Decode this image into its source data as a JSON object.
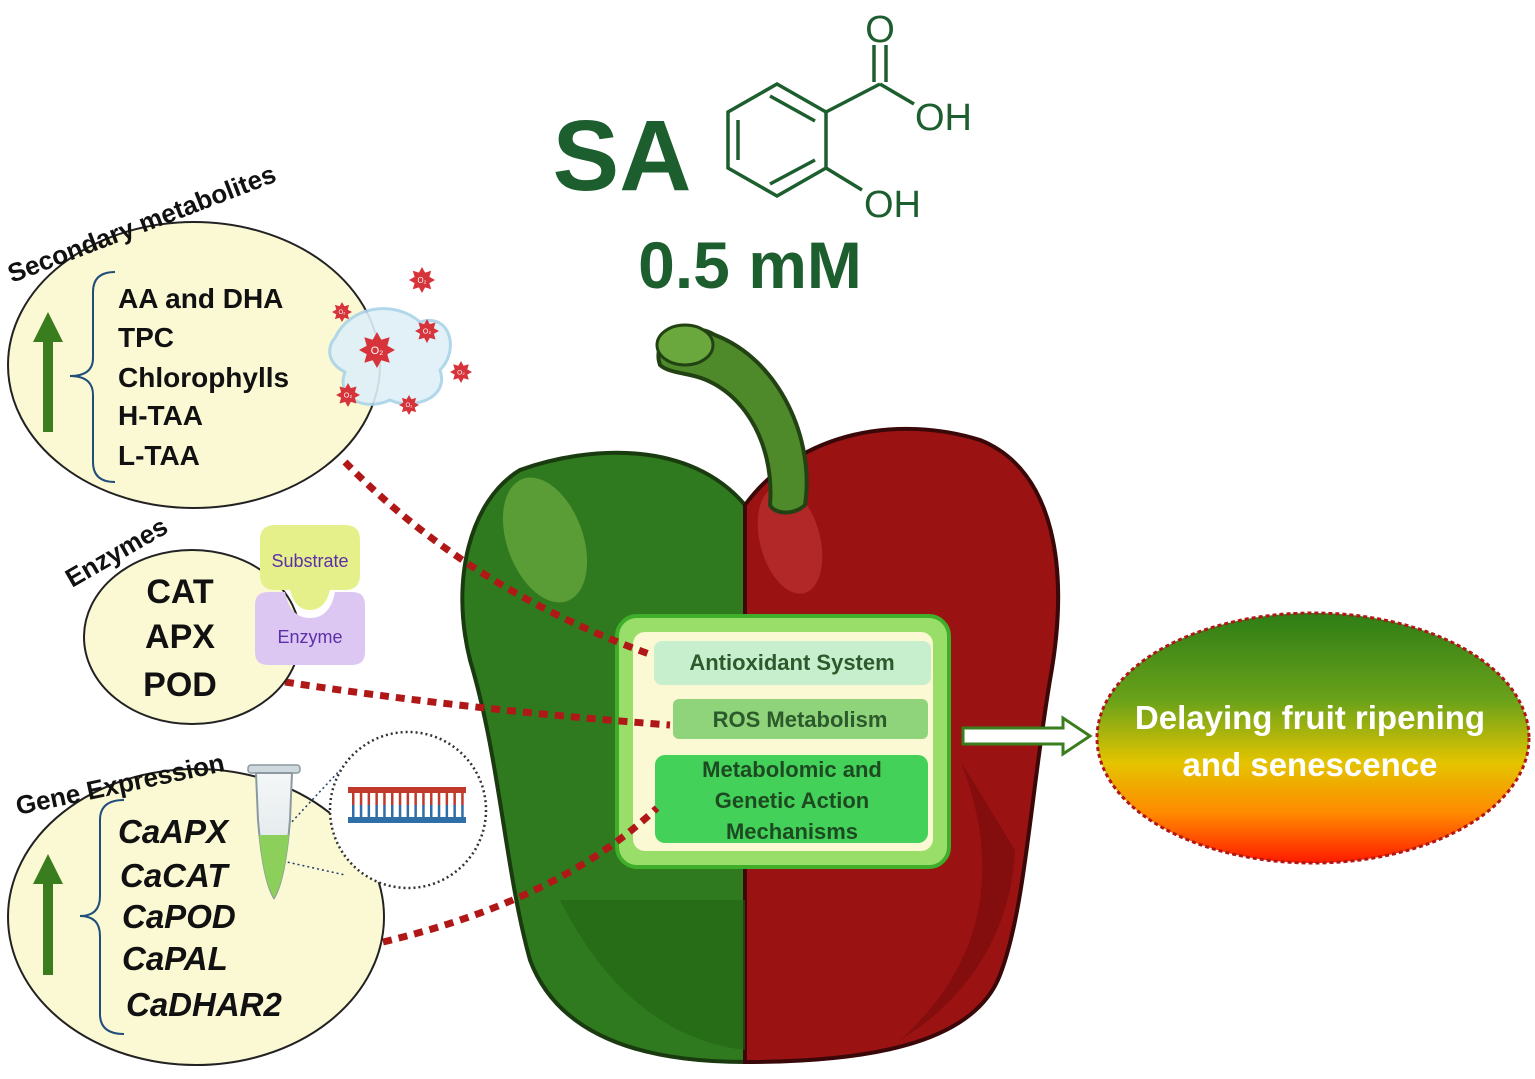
{
  "header": {
    "compound_abbrev": "SA",
    "dose": "0.5 mM",
    "structure_labels": {
      "carbonyl_o": "O",
      "acid_oh": "OH",
      "ring_oh": "OH"
    }
  },
  "panels": {
    "secondary_metabolites": {
      "title": "Secondary metabolites",
      "items": [
        "AA and DHA",
        "TPC",
        "Chlorophylls",
        "H-TAA",
        "L-TAA"
      ]
    },
    "enzymes": {
      "title": "Enzymes",
      "items": [
        "CAT",
        "APX",
        "POD"
      ],
      "substrate_label": "Substrate",
      "enzyme_label": "Enzyme"
    },
    "gene_expression": {
      "title": "Gene Expression",
      "items": [
        "CaAPX",
        "CaCAT",
        "CaPOD",
        "CaPAL",
        "CaDHAR2"
      ]
    }
  },
  "mechanisms": {
    "antioxidant": "Antioxidant System",
    "ros": "ROS Metabolism",
    "metabolomic": [
      "Metabolomic and",
      "Genetic Action",
      "Mechanisms"
    ]
  },
  "outcome": {
    "lines": [
      "Delaying fruit ripening",
      "and senescence"
    ]
  },
  "ros_badge": "O₂",
  "colors": {
    "dark_green": "#1d5e2f",
    "pepper_green": "#2f7a1e",
    "pepper_red": "#9b1212",
    "panel_fill": "#fbf8d4",
    "dotted_red": "#b01818",
    "arrow_green": "#3a7d1e"
  }
}
